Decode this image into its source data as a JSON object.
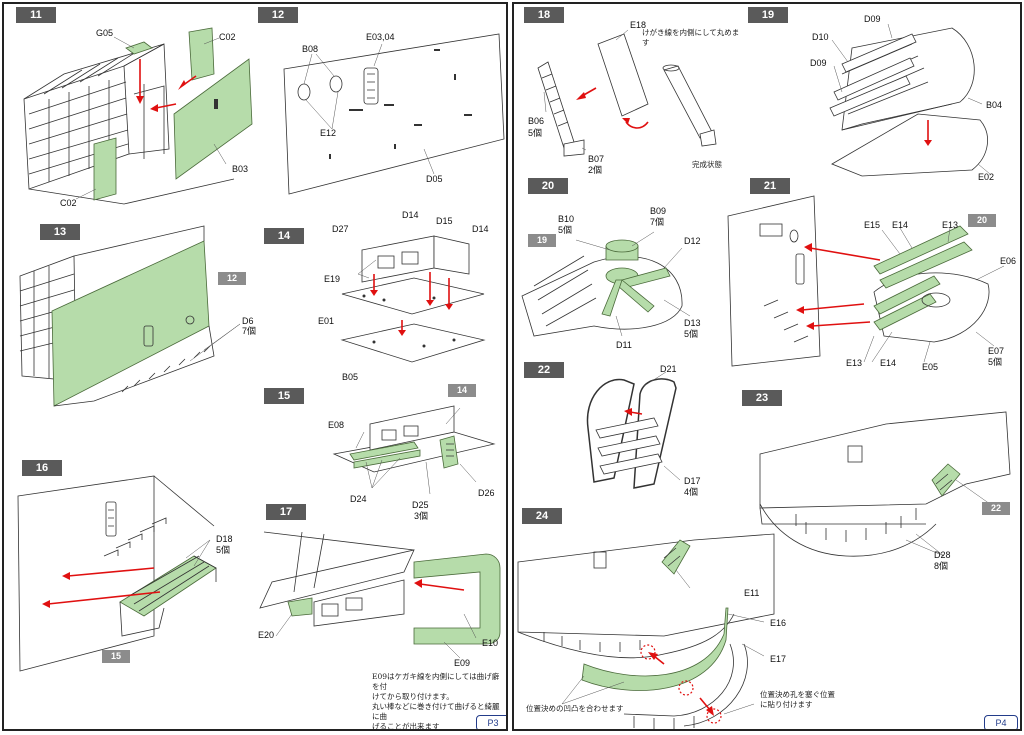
{
  "pages": [
    {
      "page_label": "P3",
      "steps": [
        {
          "number": "11",
          "labels": [
            "G05",
            "C02",
            "B03",
            "C02"
          ]
        },
        {
          "number": "12",
          "labels": [
            "B08",
            "E03,04",
            "E12",
            "D05"
          ]
        },
        {
          "number": "13",
          "ref": "12",
          "labels": [
            "D6",
            "7個"
          ]
        },
        {
          "number": "14",
          "labels": [
            "D27",
            "D14",
            "D15",
            "D14",
            "E19",
            "E01",
            "B05"
          ]
        },
        {
          "number": "15",
          "ref": "14",
          "labels": [
            "E08",
            "D24",
            "D25",
            "3個",
            "D26"
          ]
        },
        {
          "number": "16",
          "ref": "15",
          "labels": [
            "D18",
            "5個"
          ]
        },
        {
          "number": "17",
          "labels": [
            "E20",
            "E10",
            "E09"
          ],
          "note": [
            "E09はケガキ線を内側にしては曲げ癖を付",
            "けてから取り付けます。",
            "丸い棒などに巻き付けて曲げると綺麗に曲",
            "げることが出来ます"
          ]
        }
      ]
    },
    {
      "page_label": "P4",
      "steps": [
        {
          "number": "18",
          "labels": [
            "E18",
            "B06",
            "5個",
            "B07",
            "2個"
          ],
          "note": "けがき線を内側にして丸めます",
          "caption": "完成状態"
        },
        {
          "number": "19",
          "labels": [
            "D09",
            "D10",
            "D09",
            "B04",
            "E02"
          ]
        },
        {
          "number": "20",
          "ref": "19",
          "labels": [
            "B10",
            "5個",
            "B09",
            "7個",
            "D12",
            "D13",
            "5個",
            "D11"
          ]
        },
        {
          "number": "21",
          "ref": "20",
          "labels": [
            "E15",
            "E14",
            "E13",
            "E06",
            "E13",
            "E14",
            "E05",
            "E07",
            "5個"
          ]
        },
        {
          "number": "22",
          "labels": [
            "D21",
            "D17",
            "4個"
          ]
        },
        {
          "number": "23",
          "ref": "22",
          "labels": [
            "D28",
            "8個"
          ]
        },
        {
          "number": "24",
          "labels": [
            "E11",
            "E16",
            "E17"
          ],
          "note_left": "位置決めの凹凸を合わせます",
          "note_right": [
            "位置決め孔を塞ぐ位置",
            "に貼り付けます"
          ]
        }
      ]
    }
  ]
}
